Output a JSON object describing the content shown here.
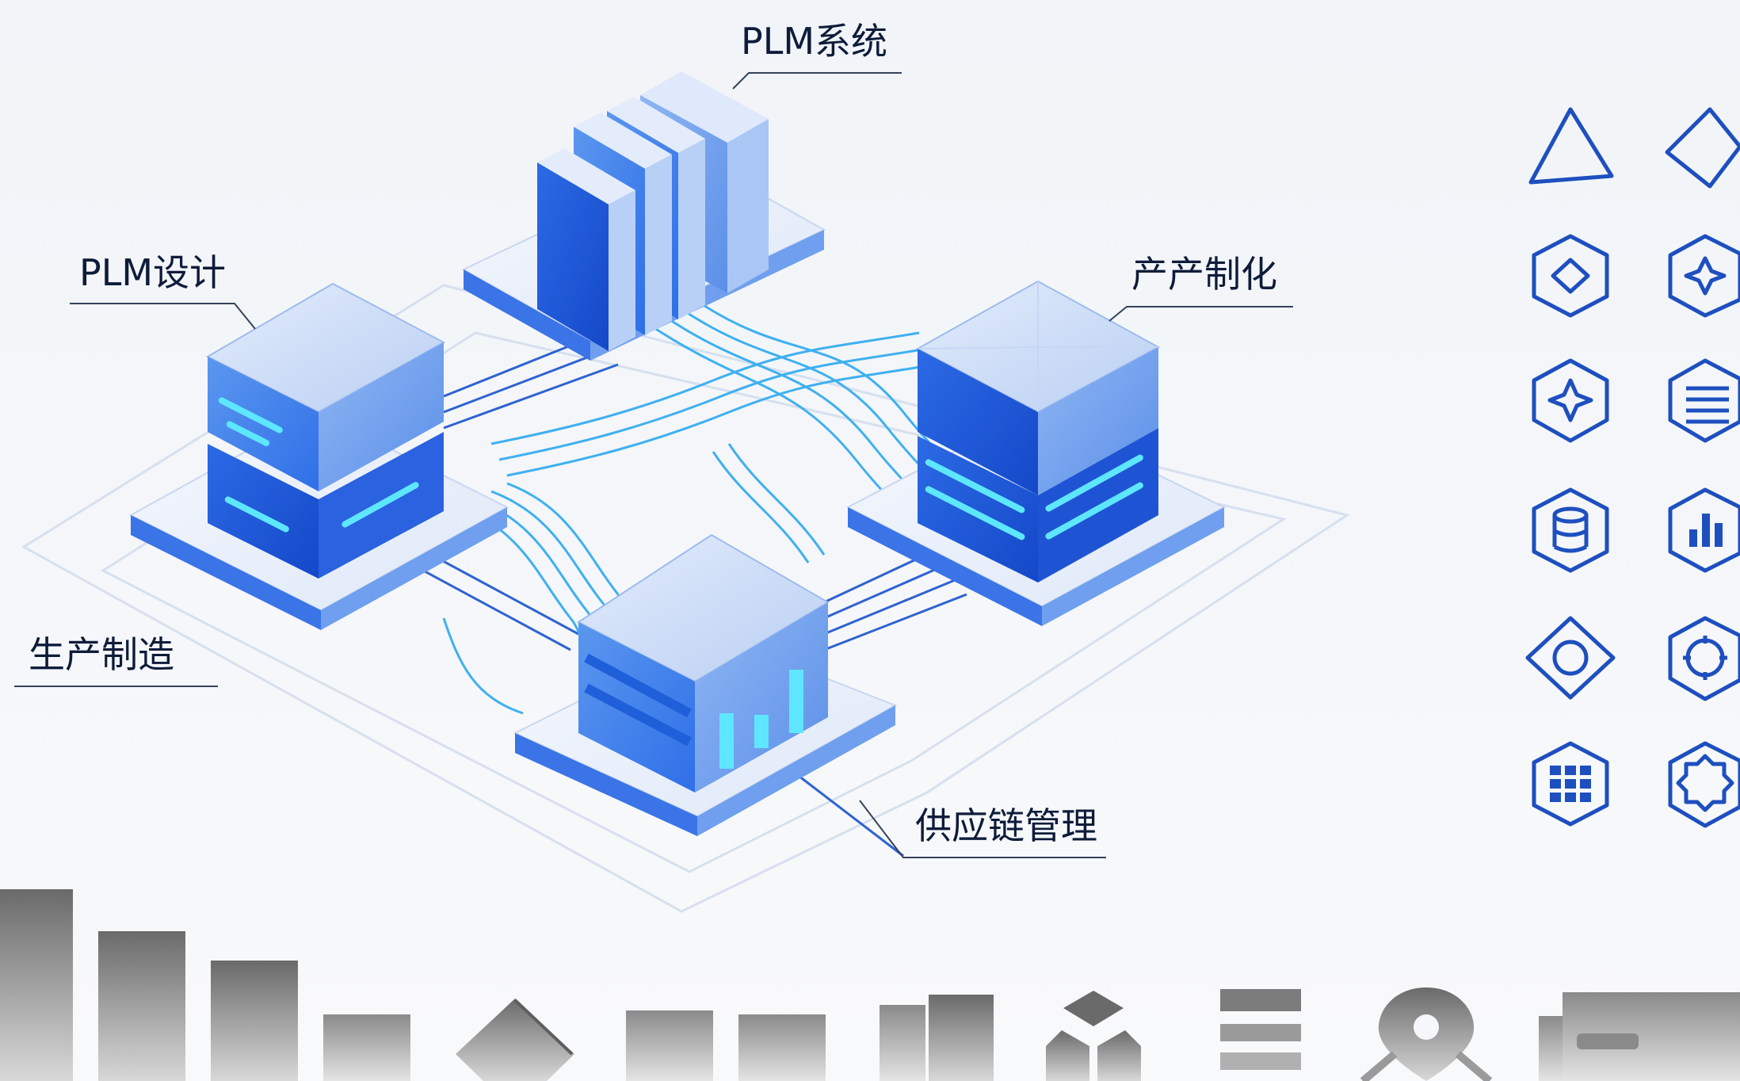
{
  "labels": {
    "plm_system": "PLM系统",
    "plm_design": "PLM设计",
    "production": "产产制化",
    "manufacturing": "生产制造",
    "supply_chain": "供应链管理"
  },
  "colors": {
    "background": "#f5f7fa",
    "accent_blue": "#2f6fe8",
    "deep_blue": "#1f5fd9",
    "cyan_glow": "#5fe6ff",
    "label_text": "#0e1c3a",
    "icon_stroke": "#1e4fbf",
    "gray_bars": "#6e6e6e"
  },
  "right_icons": [
    {
      "name": "triangle-icon"
    },
    {
      "name": "triangle-outline-icon"
    },
    {
      "name": "hexagon-diamond-icon"
    },
    {
      "name": "hexagon-star-icon"
    },
    {
      "name": "diamond-star-icon"
    },
    {
      "name": "hexagon-menu-icon"
    },
    {
      "name": "hexagon-database-icon"
    },
    {
      "name": "hexagon-bar-chart-icon"
    },
    {
      "name": "diamond-circle-icon"
    },
    {
      "name": "hexagon-gear-icon"
    },
    {
      "name": "hexagon-grid-icon"
    },
    {
      "name": "hexagon-cog-icon"
    }
  ],
  "bottom_icons": [
    {
      "name": "gray-bar-icon"
    },
    {
      "name": "gray-diamond-icon"
    },
    {
      "name": "gray-blocks-icon"
    },
    {
      "name": "gray-cubes-icon"
    },
    {
      "name": "gray-list-icon"
    },
    {
      "name": "gray-location-pin-icon"
    },
    {
      "name": "gray-window-icon"
    }
  ]
}
